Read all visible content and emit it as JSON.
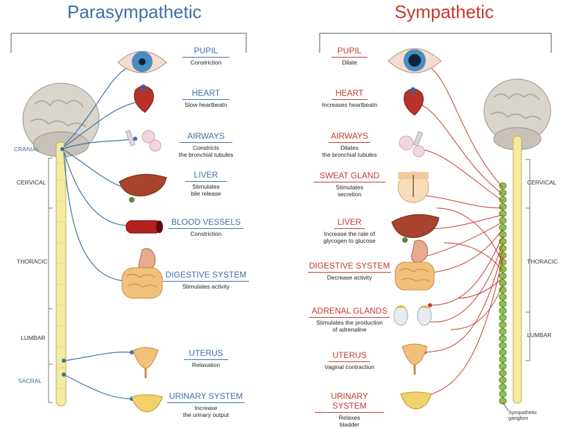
{
  "parasympathetic": {
    "title": "Parasympathetic",
    "segments": {
      "cranial": "CRANIAL",
      "cervical": "CERVICAL",
      "thoracic": "THORACIC",
      "lumbar": "LUMBAR",
      "sacral": "SACRAL"
    },
    "organs": [
      {
        "name": "PUPIL",
        "effect": "Constriction"
      },
      {
        "name": "HEART",
        "effect": "Slow heartbeatn"
      },
      {
        "name": "AIRWAYS",
        "effect": "Constricts\nthe bronchial tubules"
      },
      {
        "name": "LIVER",
        "effect": "Stimulates\nbile release"
      },
      {
        "name": "BLOOD VESSELS",
        "effect": "Constriction"
      },
      {
        "name": "DIGESTIVE SYSTEM",
        "effect": "Stimulates activity"
      },
      {
        "name": "UTERUS",
        "effect": "Relaxation"
      },
      {
        "name": "URINARY SYSTEM",
        "effect": "Increase\nthe urinary output"
      }
    ]
  },
  "sympathetic": {
    "title": "Sympathetic",
    "segments": {
      "cervical": "CERVICAL",
      "thoracic": "THORACIC",
      "lumbar": "LUMBAR"
    },
    "ganglion_label": "Sympathetic\nganglion",
    "organs": [
      {
        "name": "PUPIL",
        "effect": "Dilate"
      },
      {
        "name": "HEART",
        "effect": "Increases heartbeatn"
      },
      {
        "name": "AIRWAYS",
        "effect": "Dilates\nthe bronchial tubules"
      },
      {
        "name": "SWEAT GLAND",
        "effect": "Stimulates\nsecretion"
      },
      {
        "name": "LIVER",
        "effect": "Increase the rate of\nglycogen to glucose"
      },
      {
        "name": "DIGESTIVE SYSTEM",
        "effect": "Decrease activity"
      },
      {
        "name": "ADRENAL GLANDS",
        "effect": "Stimulates the production\nof adrenaline"
      },
      {
        "name": "UTERUS",
        "effect": "Vaginal contraction"
      },
      {
        "name": "URINARY SYSTEM",
        "effect": "Relaxes\nbladder"
      }
    ]
  },
  "colors": {
    "para": "#3d6fa8",
    "symp": "#c6382b",
    "cord": "#f4eaa0",
    "ganglion": "#8fbf4a"
  },
  "icons": [
    "eye-icon",
    "heart-icon",
    "airways-icon",
    "sweat-gland-icon",
    "liver-icon",
    "blood-vessel-icon",
    "digestive-system-icon",
    "adrenal-glands-icon",
    "uterus-icon",
    "bladder-icon",
    "brain-icon"
  ]
}
